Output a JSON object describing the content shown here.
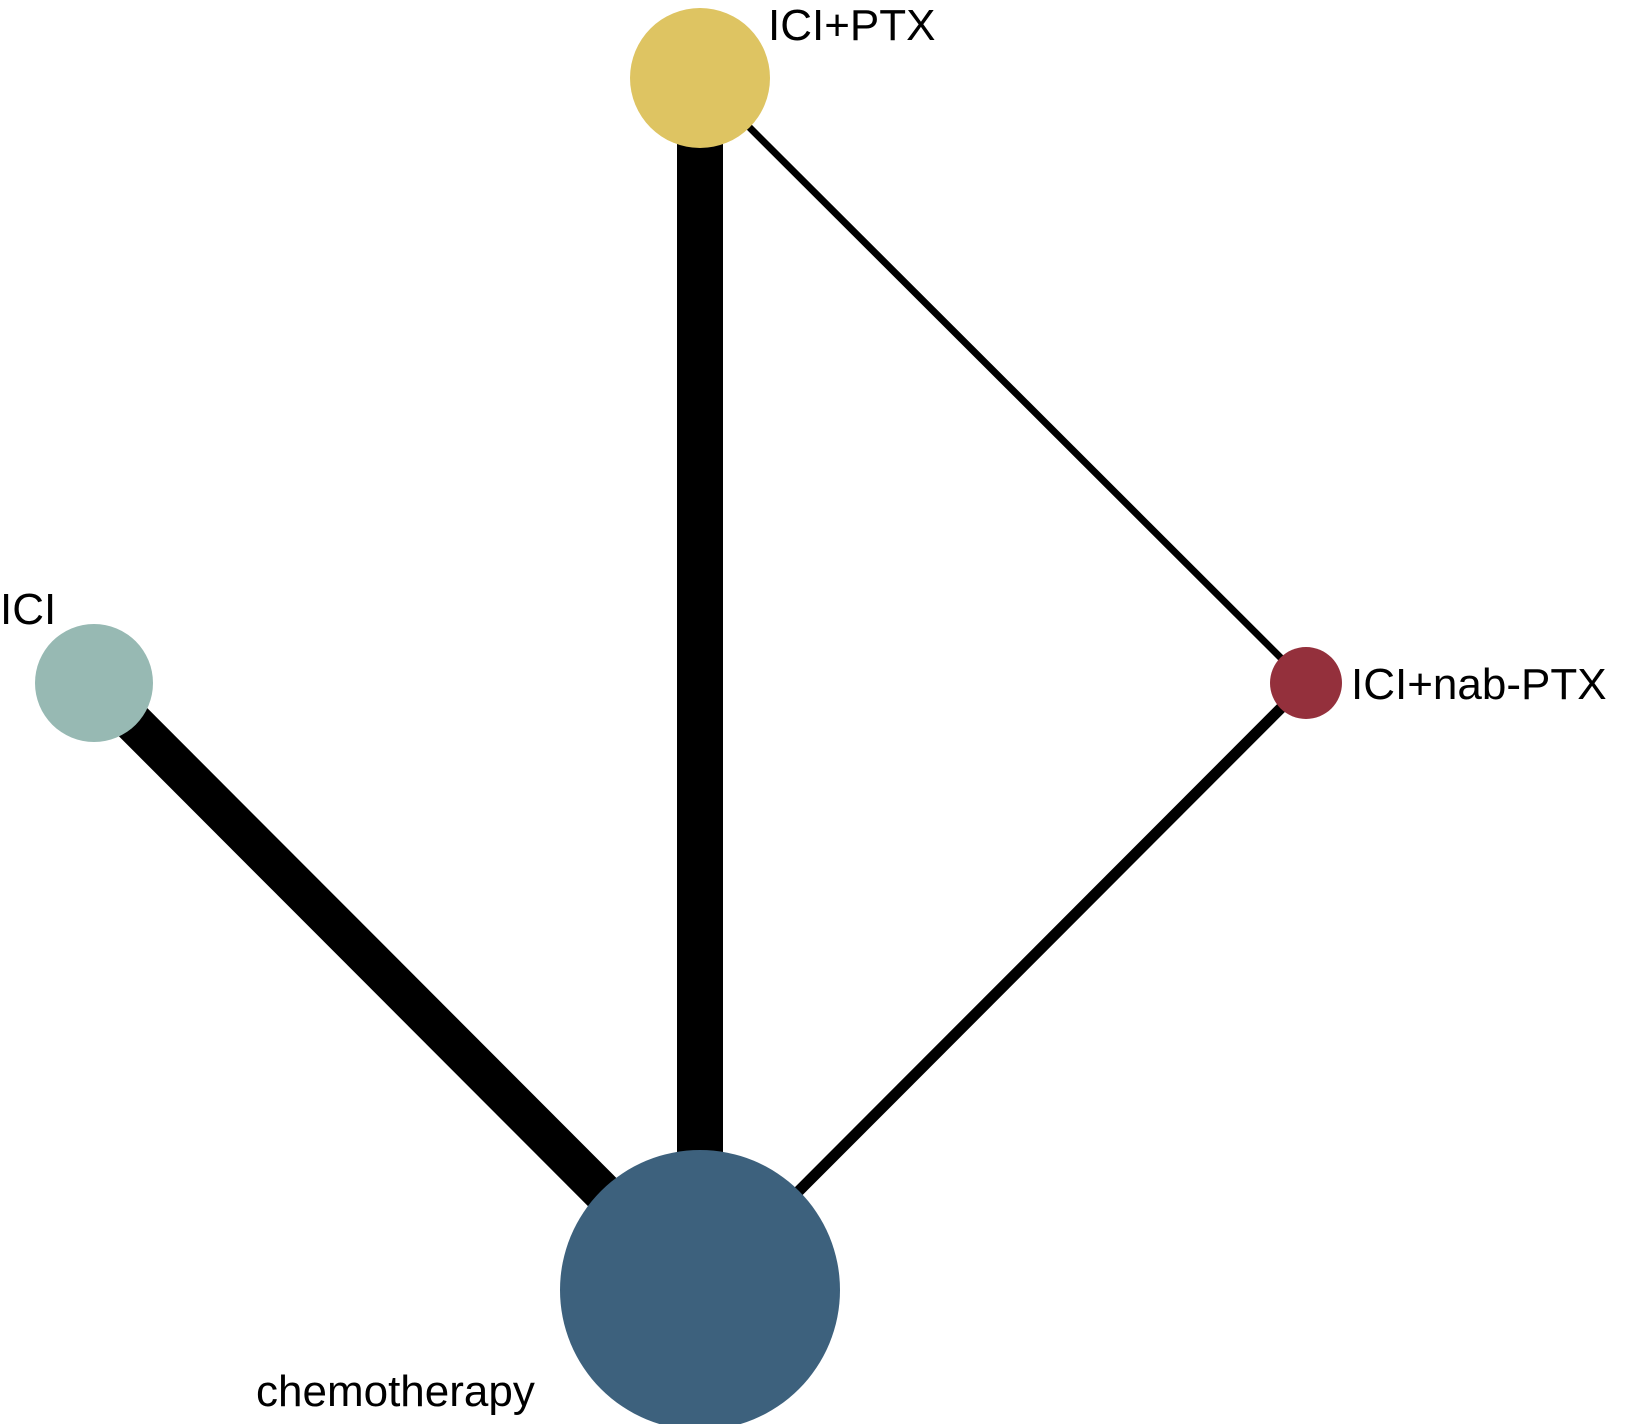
{
  "diagram": {
    "type": "network",
    "nodes": [
      {
        "id": "ici_ptx",
        "label": "ICI+PTX",
        "color": "#DEC462"
      },
      {
        "id": "ici",
        "label": "ICI",
        "color": "#97B9B3"
      },
      {
        "id": "ici_nab_ptx",
        "label": "ICI+nab-PTX",
        "color": "#94303C"
      },
      {
        "id": "chemotherapy",
        "label": "chemotherapy",
        "color": "#3D617D"
      }
    ],
    "edges": [
      {
        "from": "ici_ptx",
        "to": "chemotherapy",
        "weight": "thick"
      },
      {
        "from": "ici",
        "to": "chemotherapy",
        "weight": "thick"
      },
      {
        "from": "ici_ptx",
        "to": "ici_nab_ptx",
        "weight": "thin"
      },
      {
        "from": "ici_nab_ptx",
        "to": "chemotherapy",
        "weight": "thin"
      }
    ]
  }
}
